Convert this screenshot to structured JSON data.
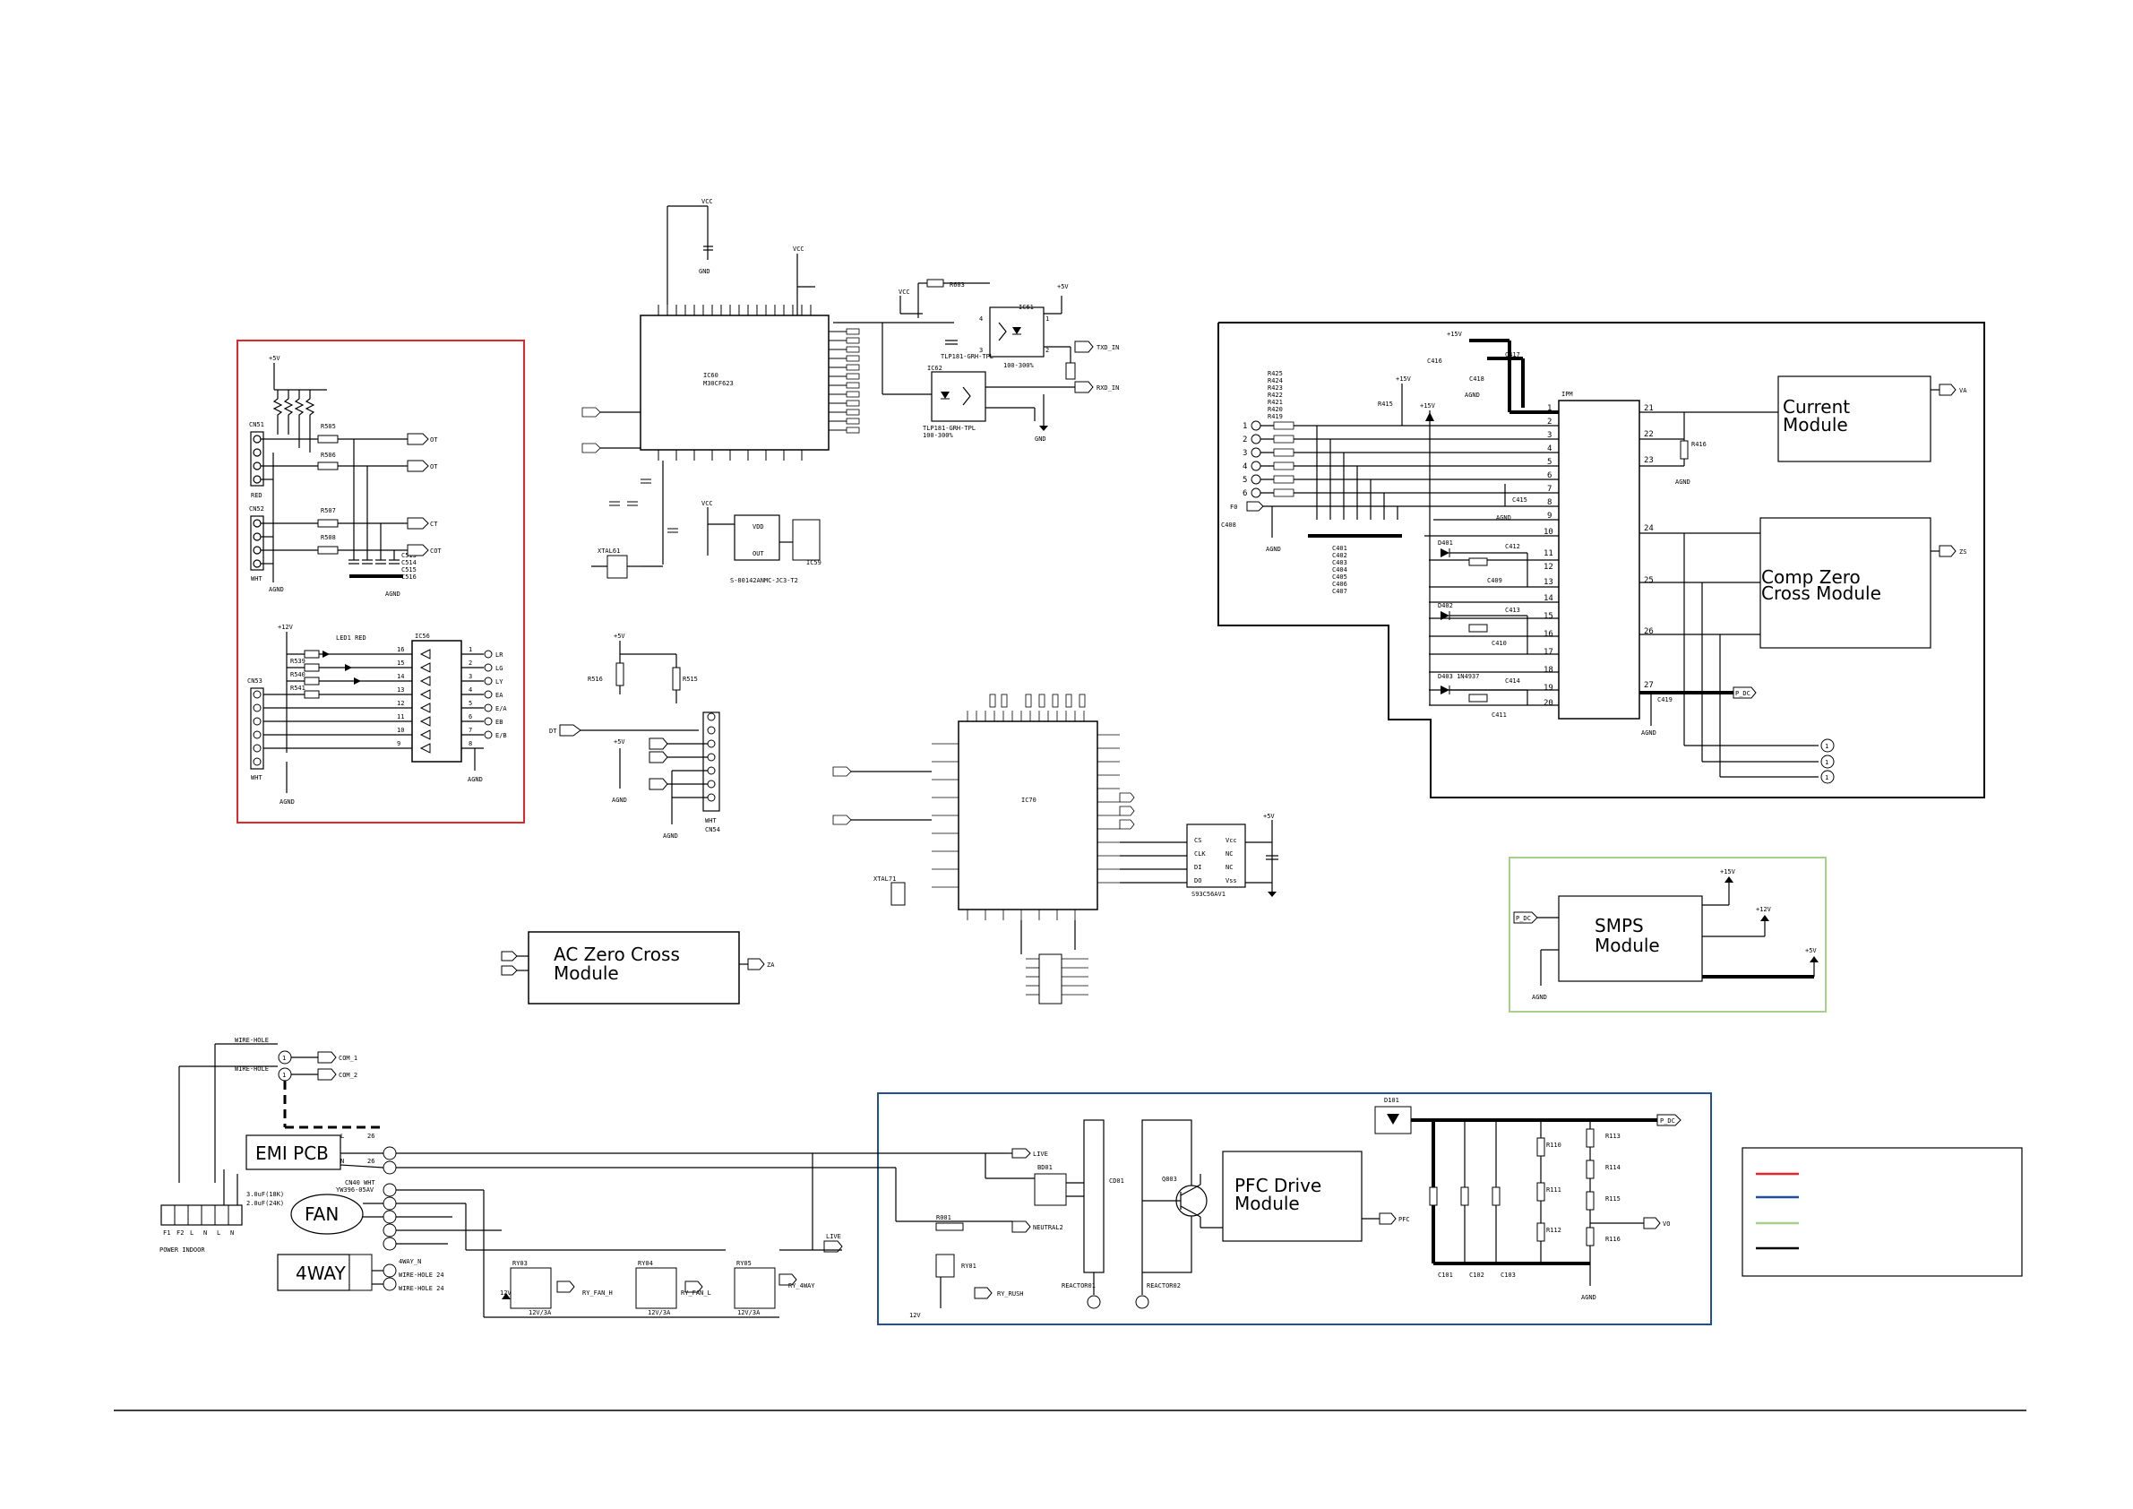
{
  "modules": {
    "current": [
      "Current",
      "Module"
    ],
    "comp_zero": [
      "Comp Zero",
      "Cross Module"
    ],
    "ac_zero": [
      "AC Zero Cross",
      "Module"
    ],
    "smps": [
      "SMPS",
      "Module"
    ],
    "pfc_drive": [
      "PFC Drive",
      "Module"
    ],
    "emi": "EMI PCB",
    "fan": "FAN",
    "fourway": "4WAY",
    "power_indoor": "POWER INDOOR"
  },
  "nets": {
    "va": "VA",
    "zs": "ZS",
    "za": "ZA",
    "pfc": "PFC",
    "vo": "VO",
    "p_dc": "P_DC",
    "f0": "F0",
    "ot": "OT",
    "ct": "CT",
    "cot": "COT",
    "live": "LIVE",
    "neutral2": "NEUTRAL2",
    "live_out": "LIVE",
    "reactor01": "REACTOR01",
    "reactor02": "REACTOR02",
    "com1": "COM_1",
    "com2": "COM_2",
    "ry_rush": "RY_RUSH",
    "ry_fanh": "RY_FAN_H",
    "ry_fanl": "RY_FAN_L",
    "ry_4way": "RY_4WAY",
    "txd_in": "TXD_IN",
    "rxd_in": "RXD_IN",
    "dt": "DT"
  },
  "power": {
    "p15v": "+15V",
    "p12v": "+12V",
    "p5v": "+5V",
    "agnd": "AGND",
    "vcc": "VCC",
    "gnd": "GND",
    "v12": "12V"
  },
  "refs": {
    "ic60": "IC60",
    "ic60_part": "M30CF623",
    "ic70": "IC70",
    "ic56": "IC56",
    "ipm": "IPM",
    "ic61": "IC61",
    "ic62": "IC62",
    "ic61_part": "TLP181-GRH-TPL",
    "ic62_part": "TLP181-GRH-TPL",
    "ic61_sub": "100-300%",
    "ic62_sub": "100-300%",
    "ic59": "IC59",
    "ic59_part": "S-80142ANMC-JC3-T2",
    "eeprom": "S93C56AV1",
    "xtal1": "XTAL61",
    "xtal2": "XTAL71",
    "bd01": "BD01",
    "d101": "D101",
    "q803": "Q803",
    "cd01": "CD01",
    "r001": "R001",
    "cn51": "CN51",
    "cn52": "CN52",
    "cn53": "CN53",
    "cn54": "CN54",
    "red": "RED",
    "wht": "WHT",
    "c101": "C101",
    "c102": "C102",
    "c103": "C103",
    "r110": "R110",
    "r111": "R111",
    "r112": "R112",
    "r113": "R113",
    "r114": "R114",
    "r115": "R115",
    "r116": "R116",
    "ry01": "RY01",
    "ry03": "RY03",
    "ry04": "RY04",
    "ry05": "RY05",
    "relay_rating": "12V/3A",
    "wire_hole": "WIRE-HOLE",
    "d401": "D401",
    "d402": "D402",
    "d403": "D403 1N4937",
    "c412": "C412",
    "c413": "C413",
    "c414": "C414",
    "c415": "C415",
    "c416": "C416",
    "c417": "C417",
    "c418": "C418",
    "c419": "C419",
    "r416": "R416",
    "r415": "R415",
    "led": "LED1 RED"
  },
  "legend": {
    "colors": [
      "#e4262b",
      "#1f4e9a",
      "#a8d08d",
      "#000000"
    ]
  }
}
